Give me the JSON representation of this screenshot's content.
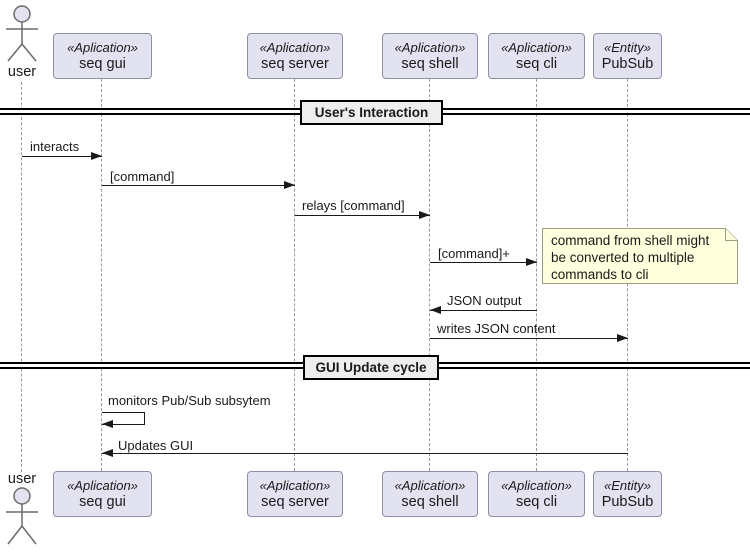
{
  "participants": [
    {
      "label": "user",
      "type": "actor"
    },
    {
      "stereotype": "«Aplication»",
      "name": "seq gui"
    },
    {
      "stereotype": "«Aplication»",
      "name": "seq server"
    },
    {
      "stereotype": "«Aplication»",
      "name": "seq shell"
    },
    {
      "stereotype": "«Aplication»",
      "name": "seq cli"
    },
    {
      "stereotype": "«Entity»",
      "name": "PubSub"
    }
  ],
  "dividers": [
    {
      "label": "User's Interaction"
    },
    {
      "label": "GUI Update cycle"
    }
  ],
  "messages": [
    {
      "label": "interacts",
      "from": "user",
      "to": "seq gui",
      "direction": "right"
    },
    {
      "label": "[command]",
      "from": "seq gui",
      "to": "seq server",
      "direction": "right"
    },
    {
      "label": "relays [command]",
      "from": "seq server",
      "to": "seq shell",
      "direction": "right"
    },
    {
      "label": "[command]+",
      "from": "seq shell",
      "to": "seq cli",
      "direction": "right"
    },
    {
      "label": "JSON output",
      "from": "seq cli",
      "to": "seq shell",
      "direction": "left"
    },
    {
      "label": "writes JSON content",
      "from": "seq shell",
      "to": "PubSub",
      "direction": "right"
    },
    {
      "label": "monitors Pub/Sub subsytem",
      "from": "seq gui",
      "to": "seq gui",
      "direction": "self"
    },
    {
      "label": "Updates GUI",
      "from": "PubSub",
      "to": "seq gui",
      "direction": "left"
    }
  ],
  "note": {
    "lines": [
      "command from shell might",
      "be converted to multiple",
      "commands to cli"
    ]
  },
  "colors": {
    "participant_fill": "#E2E2F0",
    "participant_border": "#8E8EA8",
    "lifeline": "#9A9A9A",
    "message_line": "#1A1A1A",
    "divider_fill": "#EEEEEE",
    "divider_border": "#000000",
    "note_fill": "#FEFFDD",
    "note_border": "#9C9C84",
    "background": "#FFFFFF"
  }
}
